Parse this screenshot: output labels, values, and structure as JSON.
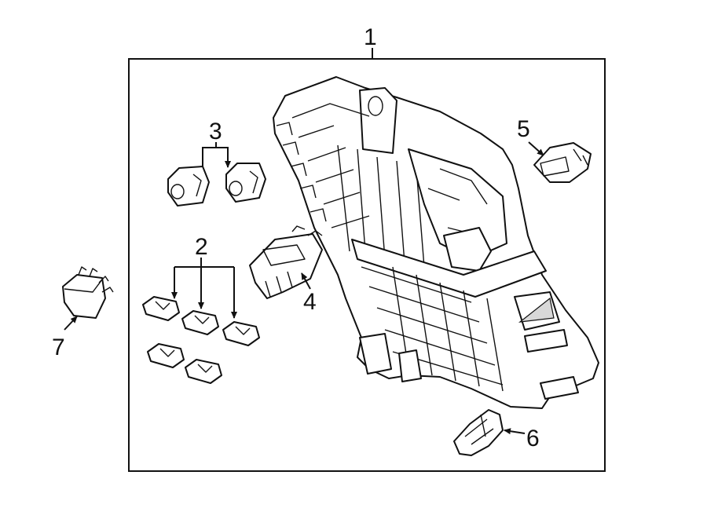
{
  "callouts": {
    "c1": "1",
    "c2": "2",
    "c3": "3",
    "c4": "4",
    "c5": "5",
    "c6": "6",
    "c7": "7"
  },
  "colors": {
    "line": "#111111",
    "background": "#ffffff"
  }
}
